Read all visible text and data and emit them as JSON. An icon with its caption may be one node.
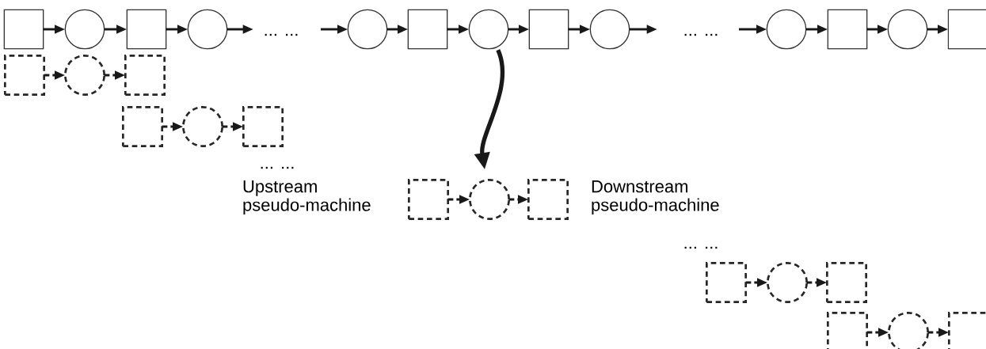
{
  "diagram": {
    "nodes": [
      {
        "text": [],
        "shape": "box"
      },
      {
        "text": [],
        "shape": "circle"
      },
      {
        "text": [],
        "shape": "box"
      },
      {
        "text": [],
        "shape": "circle"
      },
      {
        "text": [],
        "shape": "circle"
      },
      {
        "text": [],
        "shape": "box"
      },
      {
        "text": [],
        "shape": "circle"
      },
      {
        "text": [],
        "shape": "box"
      },
      {
        "text": [],
        "shape": "circle"
      },
      {
        "text": [],
        "shape": "circle"
      },
      {
        "text": [],
        "shape": "box"
      },
      {
        "text": [],
        "shape": "circle"
      },
      {
        "text": [],
        "shape": "box"
      },
      {
        "text": [],
        "shape": "box"
      },
      {
        "text": [],
        "shape": "circle"
      },
      {
        "text": [],
        "shape": "box"
      },
      {
        "text": [],
        "shape": "box"
      },
      {
        "text": [],
        "shape": "circle"
      },
      {
        "text": [],
        "shape": "box"
      },
      {
        "text": [],
        "shape": "box"
      },
      {
        "text": [],
        "shape": "circle"
      },
      {
        "text": [],
        "shape": "box"
      },
      {
        "text": [],
        "shape": "box"
      },
      {
        "text": [],
        "shape": "circle"
      },
      {
        "text": [],
        "shape": "box"
      },
      {
        "text": [],
        "shape": "box"
      },
      {
        "text": [],
        "shape": "circle"
      },
      {
        "text": [],
        "shape": "box"
      }
    ],
    "edges": [
      {
        "from": 0,
        "to": 1,
        "arrow": "to"
      },
      {
        "from": 1,
        "to": 2,
        "arrow": "to"
      },
      {
        "from": 2,
        "to": 3,
        "arrow": "to"
      },
      {
        "from": 3,
        "to": null,
        "arrow": "to"
      },
      {
        "from": null,
        "to": 4,
        "arrow": "to"
      },
      {
        "from": 4,
        "to": 5,
        "arrow": "to"
      },
      {
        "from": 5,
        "to": 6,
        "arrow": "to"
      },
      {
        "from": 6,
        "to": 7,
        "arrow": "to"
      },
      {
        "from": 7,
        "to": 8,
        "arrow": "to"
      },
      {
        "from": 8,
        "to": null,
        "arrow": "to"
      },
      {
        "from": null,
        "to": 9,
        "arrow": "to"
      },
      {
        "from": 9,
        "to": 10,
        "arrow": "to"
      },
      {
        "from": 10,
        "to": 11,
        "arrow": "to"
      },
      {
        "from": 11,
        "to": 12,
        "arrow": "to"
      },
      {
        "from": 13,
        "to": 14,
        "arrow": "to",
        "style": "dashed"
      },
      {
        "from": 14,
        "to": 15,
        "arrow": "to",
        "style": "dashed"
      },
      {
        "from": 16,
        "to": 17,
        "arrow": "to",
        "style": "dashed"
      },
      {
        "from": 17,
        "to": 18,
        "arrow": "to",
        "style": "dashed"
      },
      {
        "from": 19,
        "to": 20,
        "arrow": "to",
        "style": "dashed"
      },
      {
        "from": 20,
        "to": 21,
        "arrow": "to",
        "style": "dashed"
      },
      {
        "from": 22,
        "to": 23,
        "arrow": "to",
        "style": "dashed"
      },
      {
        "from": 23,
        "to": 24,
        "arrow": "to",
        "style": "dashed"
      },
      {
        "from": 25,
        "to": 26,
        "arrow": "to",
        "style": "dashed"
      },
      {
        "from": 26,
        "to": 27,
        "arrow": "to",
        "style": "dashed"
      },
      {
        "from": 6,
        "to": 20,
        "arrow": "to",
        "style": "thick"
      }
    ],
    "labels": [
      "... ...",
      "... ...",
      "... ...",
      "Upstream pseudo-machine",
      "Downstream pseudo-machine",
      "... ..."
    ]
  }
}
